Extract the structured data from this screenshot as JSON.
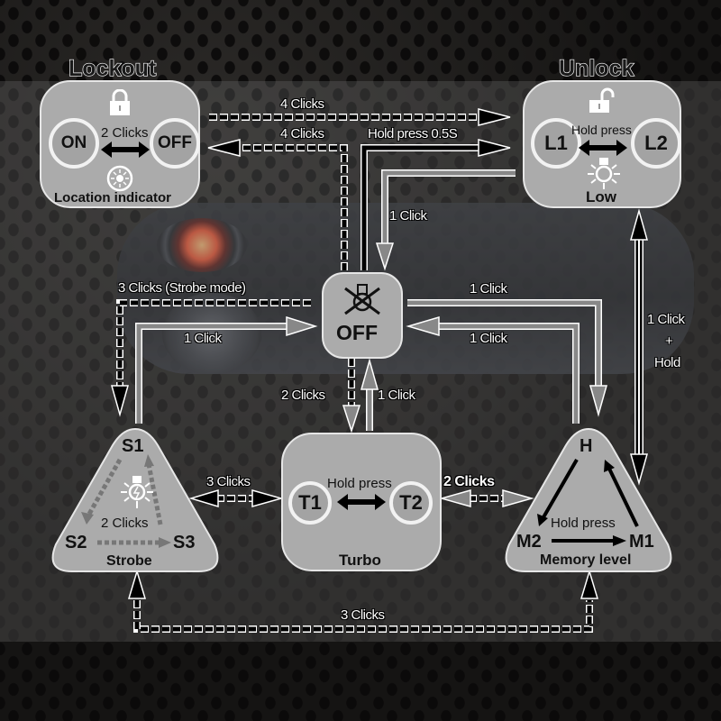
{
  "colors": {
    "node_fill": "#ababab",
    "node_border": "#e6e6e6",
    "text_dark": "#111111",
    "label_white": "#ffffff",
    "arrow_dark": "#000000",
    "arrow_gray": "#7a7a7a"
  },
  "lockout": {
    "title": "Lockout",
    "icon": "padlock-closed-icon",
    "left_state": "ON",
    "right_state": "OFF",
    "transition": "2 Clicks",
    "indicator_icon": "location-indicator-icon",
    "caption": "Location indicator"
  },
  "unlock": {
    "title": "Unlock",
    "icon": "padlock-open-icon",
    "left_state": "L1",
    "right_state": "L2",
    "transition": "Hold press",
    "mode_icon": "bulb-glow-icon",
    "caption": "Low"
  },
  "off_node": {
    "icon": "bulb-crossed-icon",
    "label": "OFF"
  },
  "strobe": {
    "top": "S1",
    "left": "S2",
    "right": "S3",
    "transition": "2 Clicks",
    "icon": "strobe-bulb-icon",
    "caption": "Strobe"
  },
  "turbo": {
    "left_state": "T1",
    "right_state": "T2",
    "transition": "Hold press",
    "caption": "Turbo"
  },
  "memory": {
    "top": "H",
    "left": "M2",
    "right": "M1",
    "transition": "Hold press",
    "caption": "Memory level"
  },
  "edges": {
    "lockout_to_unlock": "4 Clicks",
    "off_to_lockout": "4 Clicks",
    "off_to_unlock": "Hold press 0.5S",
    "unlock_to_off": "1 Click",
    "off_to_strobe": "3 Clicks (Strobe mode)",
    "strobe_to_off": "1 Click",
    "off_to_memory": "1 Click",
    "memory_to_off": "1 Click",
    "unlock_memory_line1": "1 Click",
    "unlock_memory_plus": "+",
    "unlock_memory_line2": "Hold",
    "off_to_turbo": "2 Clicks",
    "turbo_to_off": "1 Click",
    "strobe_turbo": "3 Clicks",
    "turbo_memory": "2 Clicks",
    "memory_strobe_bottom": "3 Clicks"
  }
}
